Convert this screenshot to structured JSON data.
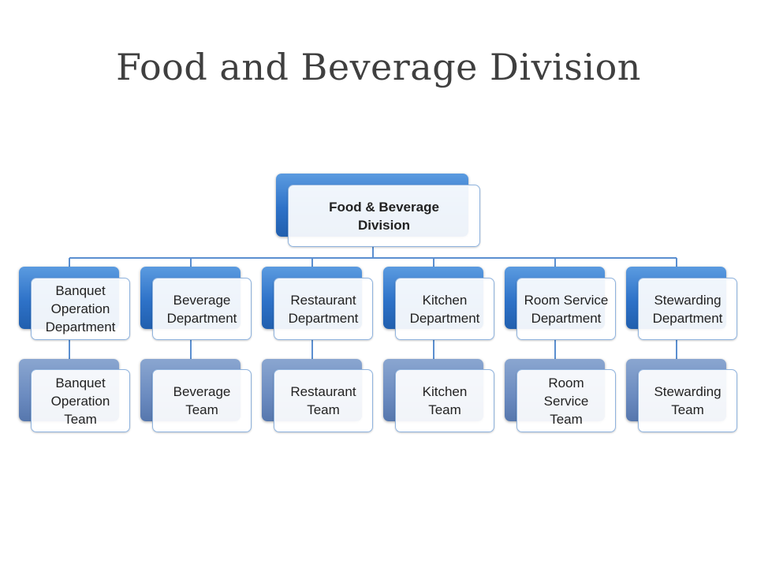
{
  "slide": {
    "title": "Food and Beverage Division"
  },
  "colors": {
    "node_blue": "#2e72c8",
    "team_blue": "#6b8bc0",
    "connector": "#5b8fd0",
    "title_text": "#3f3f3f"
  },
  "chart": {
    "root": {
      "label": "Food & Beverage Division"
    },
    "departments": [
      {
        "label": "Banquet Operation Department",
        "team": "Banquet Operation Team"
      },
      {
        "label": "Beverage Department",
        "team": "Beverage Team"
      },
      {
        "label": "Restaurant Department",
        "team": "Restaurant Team"
      },
      {
        "label": "Kitchen Department",
        "team": "Kitchen Team"
      },
      {
        "label": "Room Service Department",
        "team": "Room Service Team"
      },
      {
        "label": "Stewarding Department",
        "team": "Stewarding Team"
      }
    ]
  }
}
